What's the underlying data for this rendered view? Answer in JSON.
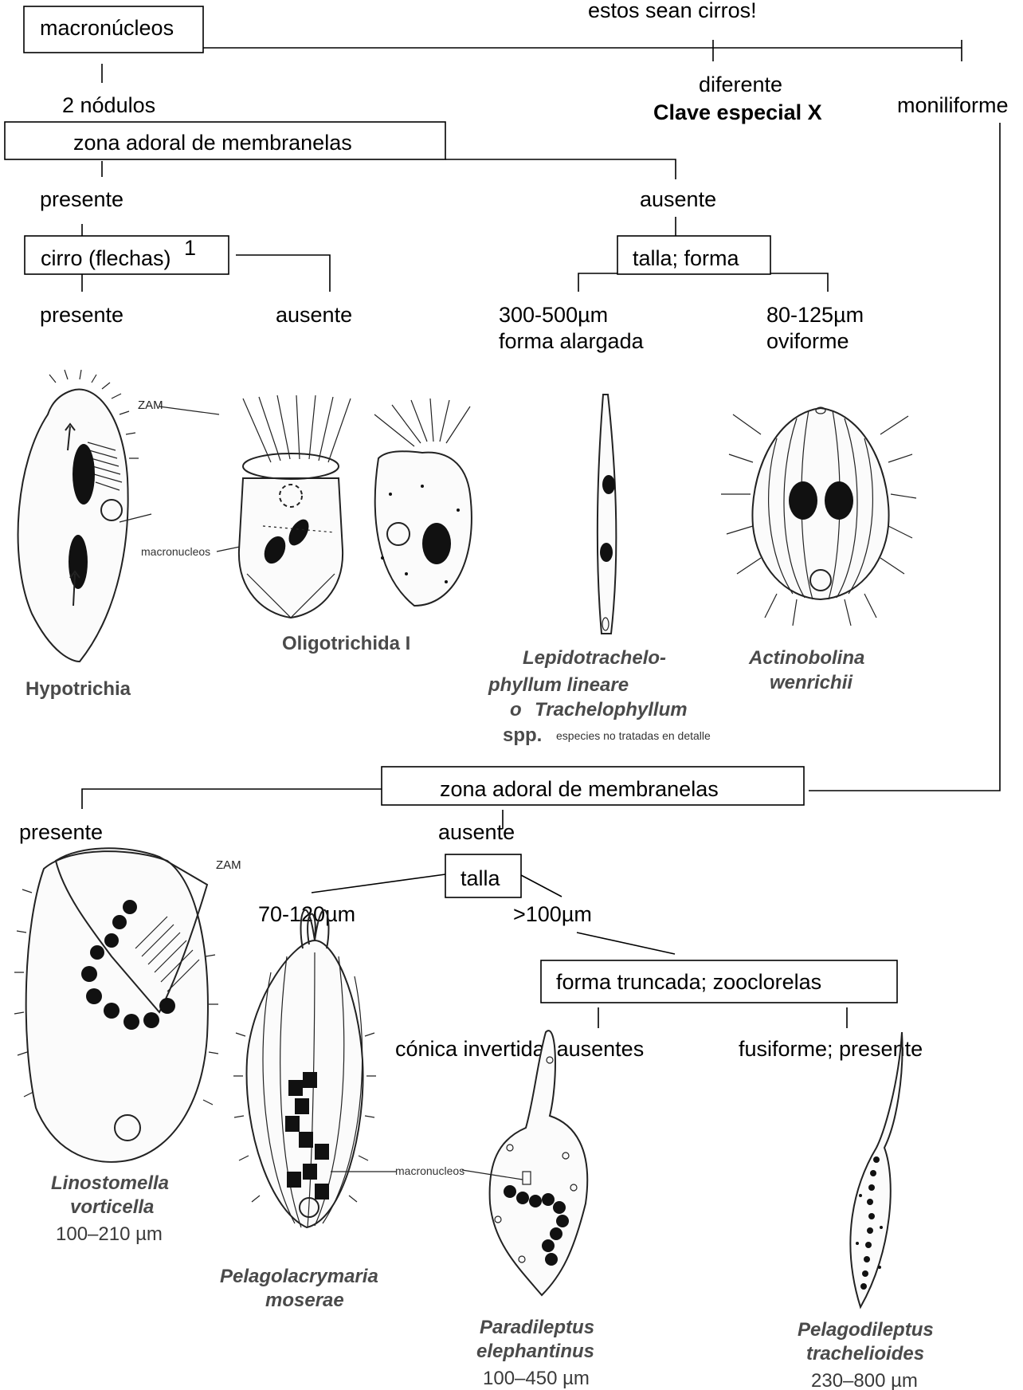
{
  "top_note": "estos sean cirros!",
  "nodes": {
    "macronucleos": "macronúcleos",
    "two_nodules": "2 nódulos",
    "different": "diferente",
    "special_key": "Clave especial X",
    "moniliform": "moniliforme",
    "zam_top": "zona adoral de membranelas",
    "zam_present": "presente",
    "zam_absent": "ausente",
    "cirrus": "cirro (flechas)",
    "cirrus_sup": "1",
    "cirrus_present": "presente",
    "cirrus_absent": "ausente",
    "size_shape": "talla; forma",
    "size_a_range": "300-500µm",
    "size_a_shape": "forma alargada",
    "size_b_range": "80-125µm",
    "size_b_shape": "oviforme",
    "zam_bottom": "zona adoral de membranelas",
    "zam2_present": "presente",
    "zam2_absent": "ausente",
    "size": "talla",
    "size_small": "70-120µm",
    "size_large": ">100µm",
    "truncated": "forma truncada; zooclorelas",
    "conic": "cónica invertida; ausentes",
    "fusiform": "fusiforme; presente"
  },
  "illustrations": {
    "zam_label_1": "ZAM",
    "macronucleos_label_1": "macronucleos",
    "hypotrichia": "Hypotrichia",
    "oligotrichida": "Oligotrichida I",
    "lepido_1": "Lepidotrachelo-",
    "lepido_2": "phyllum lineare",
    "lepido_or": "o",
    "lepido_3": "Trachelophyllum",
    "lepido_4": "spp.",
    "lepido_note": "especies no tratadas en detalle",
    "actino_1": "Actinobolina",
    "actino_2": "wenrichii",
    "zam_label_2": "ZAM",
    "lino_1": "Linostomella",
    "lino_2": "vorticella",
    "lino_size": "100–210 µm",
    "pelagolac_1": "Pelagolacrymaria",
    "pelagolac_2": "moserae",
    "macronucleos_label_2": "macronucleos",
    "paradi_1": "Paradileptus",
    "paradi_2": "elephantinus",
    "paradi_size": "100–450 µm",
    "pelagodi_1": "Pelagodileptus",
    "pelagodi_2": "trachelioides",
    "pelagodi_size": "230–800 µm"
  }
}
